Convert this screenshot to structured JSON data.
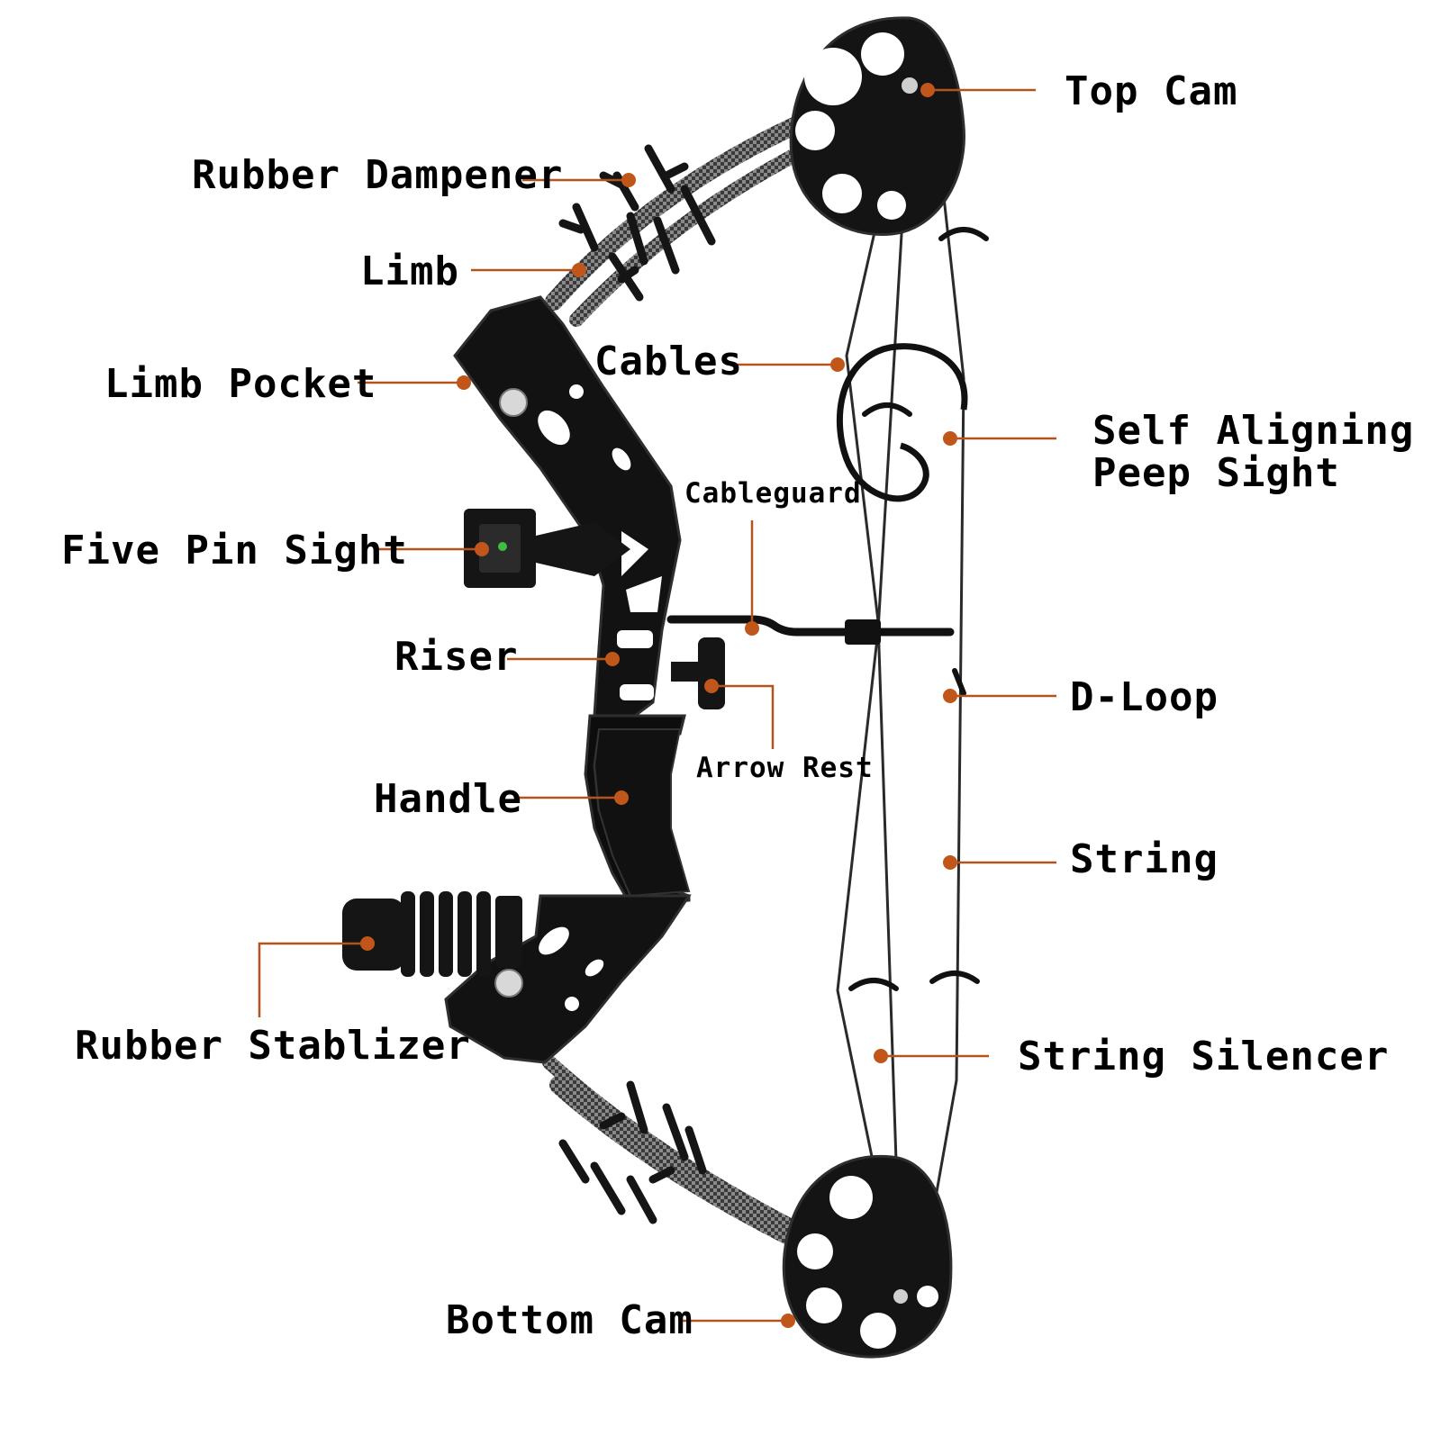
{
  "colors": {
    "leader": "#b5531c",
    "dot": "#c0561a",
    "bow_body": "#121212",
    "bow_edge": "#2e2e2e",
    "limb": "#3a3a3a",
    "limb_pattern": "#8a8a8a",
    "string": "#2a2a2a",
    "chrome": "#cfcfcf"
  },
  "labels": {
    "top_cam": "Top Cam",
    "rubber_dampener": "Rubber Dampener",
    "limb": "Limb",
    "limb_pocket": "Limb Pocket",
    "cables": "Cables",
    "self_aligning_line1": "Self Aligning",
    "self_aligning_line2": "Peep Sight",
    "cableguard": "Cableguard",
    "five_pin_sight": "Five Pin Sight",
    "riser": "Riser",
    "d_loop": "D-Loop",
    "arrow_rest": "Arrow Rest",
    "handle": "Handle",
    "string": "String",
    "rubber_stablizer": "Rubber Stablizer",
    "string_silencer": "String Silencer",
    "bottom_cam": "Bottom Cam"
  }
}
